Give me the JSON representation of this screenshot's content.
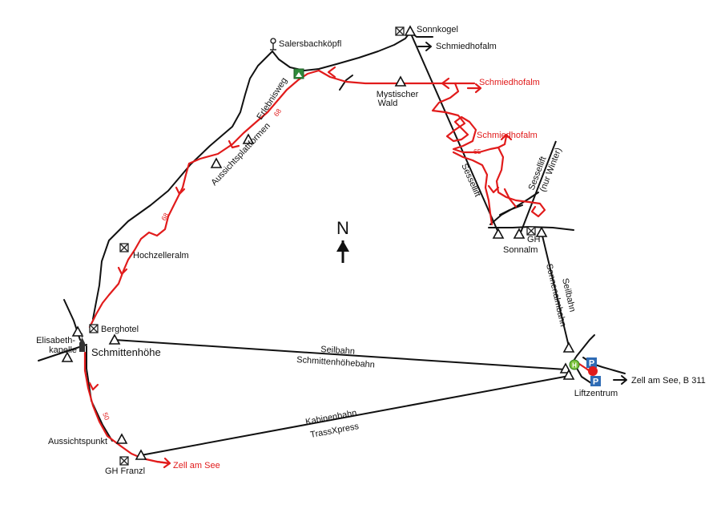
{
  "colors": {
    "trail": "#e11b1b",
    "road": "#111111",
    "parking": "#2e6bb5",
    "station": "#3aa83a",
    "cross": "#222222"
  },
  "north": {
    "label": "N"
  },
  "places": {
    "sonnkogel": "Sonnkogel",
    "salersbachkoepfl": "Salersbachköpfl",
    "mystischer_wald_line1": "Mystischer",
    "mystischer_wald_line2": "Wald",
    "hochzelleralm": "Hochzelleralm",
    "berghotel": "Berghotel",
    "elisabethkapelle_line1": "Elisabeth-",
    "elisabethkapelle_line2": "kapelle",
    "schmittenhoehe": "Schmittenhöhe",
    "aussichtspunkt": "Aussichtspunkt",
    "gh_franzl": "GH Franzl",
    "gh": "GH",
    "sonnalm": "Sonnalm",
    "liftzentrum": "Liftzentrum",
    "erlebnisweg": "Erlebnisweg",
    "aussichtsplattformen": "Aussichtsplattformen"
  },
  "destinations": {
    "schmiedhofalm_black": "Schmiedhofalm",
    "schmiedhofalm_red_top": "Schmiedhofalm",
    "schmiedhofalm_red_mid": "Schmiedhofalm",
    "zell_am_see_red": "Zell am See",
    "zell_am_see_b311": "Zell am See, B 311"
  },
  "lifts": {
    "sessellift": "Sessellift",
    "sessellift_winter_line1": "Sessellift",
    "sessellift_winter_line2": "(nur Winter)",
    "seilbahn_sonnenalm_line1": "Seilbahn",
    "seilbahn_sonnenalm_line2": "Sonnenalmbahn",
    "seilbahn_schmitten_line1": "Seilbahn",
    "seilbahn_schmitten_line2": "Schmittenhöhebahn",
    "kabinenbahn_line1": "Kabinenbahn",
    "kabinenbahn_line2": "TrassXpress"
  },
  "trail_numbers": {
    "n68_top": "68",
    "n68_mid": "68",
    "n65": "65",
    "n50": "50"
  },
  "icons": {
    "parking_label": "P",
    "station_label": "H"
  }
}
